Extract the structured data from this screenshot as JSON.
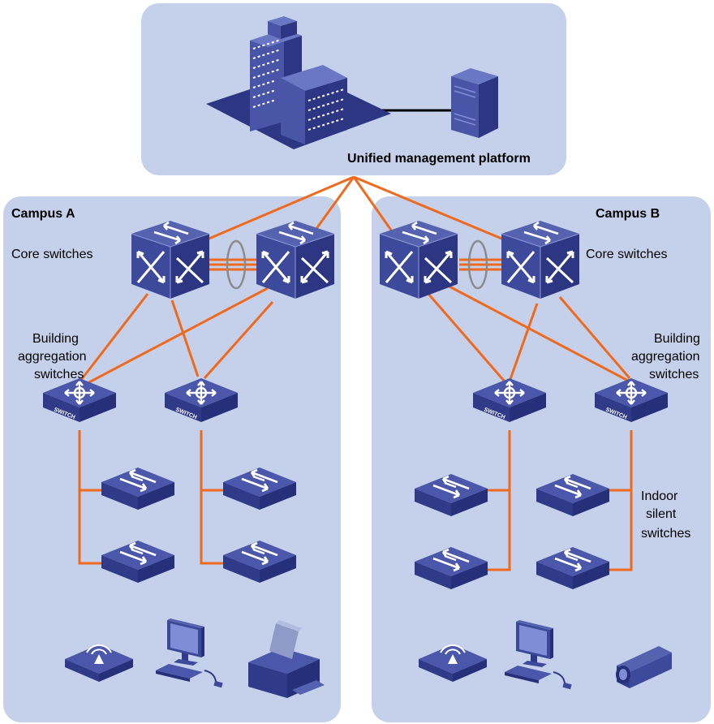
{
  "colors": {
    "panel": "#c5d0ea",
    "link": "#f06a1e",
    "device_top": "#4956a8",
    "device_side": "#2e3985",
    "device_dark": "#1f276a",
    "ring": "#8b8b8b",
    "arrow": "#ffffff"
  },
  "management": {
    "label": "Unified management platform",
    "icons": [
      "office-building-icon",
      "server-tower-icon"
    ]
  },
  "campus_a": {
    "title": "Campus A",
    "core_label": "Core switches",
    "aggregation_label": [
      "Building",
      "aggregation",
      "switches"
    ],
    "aggregation_chip_text": "SWITCH",
    "endpoints": [
      "wireless-access-point-icon",
      "desktop-computer-icon",
      "printer-icon"
    ]
  },
  "campus_b": {
    "title": "Campus B",
    "core_label": "Core switches",
    "aggregation_label": [
      "Building",
      "aggregation",
      "switches"
    ],
    "aggregation_chip_text": "SWITCH",
    "silent_label": [
      "Indoor",
      "silent",
      "switches"
    ],
    "endpoints": [
      "wireless-access-point-icon",
      "desktop-computer-icon",
      "surveillance-camera-icon"
    ]
  }
}
